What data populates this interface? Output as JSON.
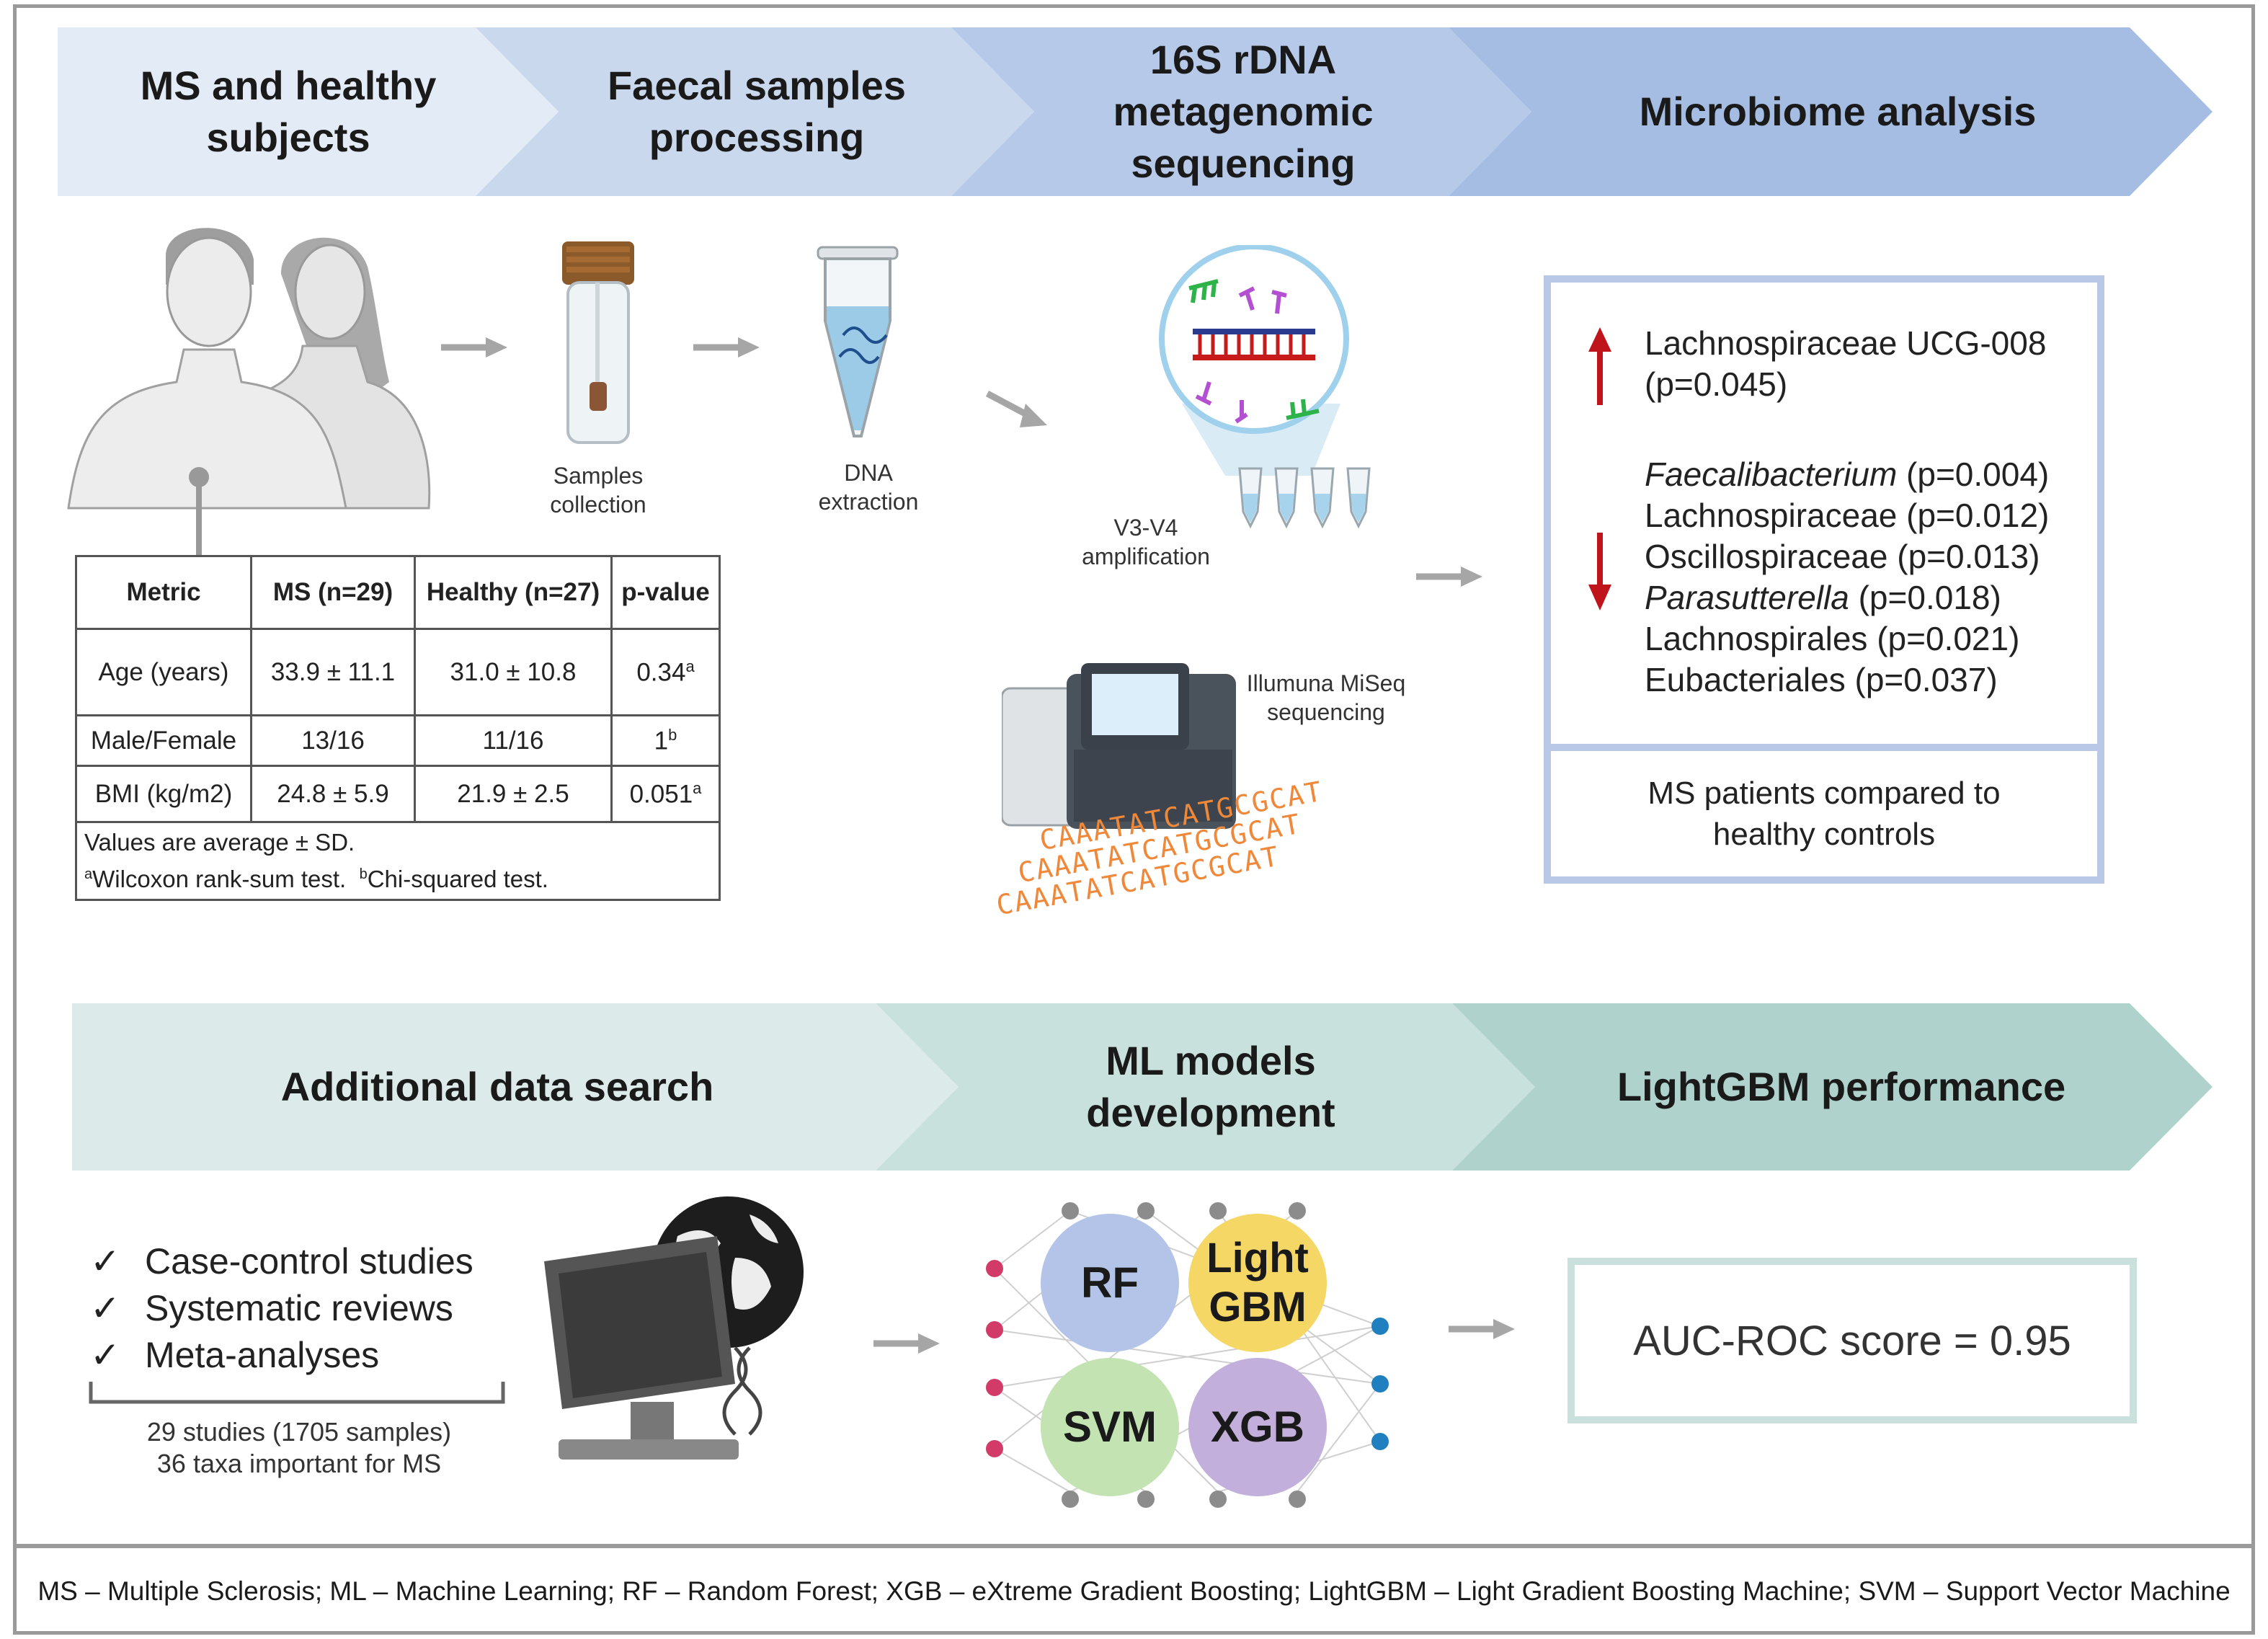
{
  "top_row": {
    "steps": [
      {
        "label_line1": "MS and healthy",
        "label_line2": "subjects"
      },
      {
        "label_line1": "Faecal samples",
        "label_line2": "processing"
      },
      {
        "label_line1": "16S rDNA",
        "label_line2": "metagenomic",
        "label_line3": "sequencing"
      },
      {
        "label_line1": "Microbiome analysis"
      }
    ],
    "samples_collection": {
      "line1": "Samples",
      "line2": "collection"
    },
    "dna_extraction": {
      "line1": "DNA",
      "line2": "extraction"
    },
    "amplification": {
      "line1": "V3-V4",
      "line2": "amplification"
    },
    "sequencing": {
      "line1": "Illumuna MiSeq",
      "line2": "sequencing"
    },
    "dna_sequence_text": "CAAATATCATGCGCAT"
  },
  "demographics_table": {
    "headers": [
      "Metric",
      "MS (n=29)",
      "Healthy (n=27)",
      "p-value"
    ],
    "rows": [
      {
        "metric": "Age (years)",
        "ms": "33.9 ± 11.1",
        "healthy": "31.0 ± 10.8",
        "p": "0.34",
        "sup": "a"
      },
      {
        "metric": "Male/Female",
        "ms": "13/16",
        "healthy": "11/16",
        "p": "1",
        "sup": "b"
      },
      {
        "metric": "BMI (kg/m2)",
        "ms": "24.8 ± 5.9",
        "healthy": "21.9 ± 2.5",
        "p": "0.051",
        "sup": "a"
      }
    ],
    "note_line1": "Values are average ± SD.",
    "note_sup_a": "a",
    "note_a": "Wilcoxon rank-sum test.",
    "note_sup_b": "b",
    "note_b": "Chi-squared test."
  },
  "results": {
    "increased": [
      {
        "line1": "Lachnospiraceae UCG-008",
        "line2": "(p=0.045)"
      }
    ],
    "decreased": [
      {
        "name": "Faecalibacterium",
        "italic": true,
        "p": " (p=0.004)"
      },
      {
        "name": "Lachnospiraceae",
        "italic": false,
        "p": " (p=0.012)"
      },
      {
        "name": "Oscillospiraceae",
        "italic": false,
        "p": " (p=0.013)"
      },
      {
        "name": "Parasutterella",
        "italic": true,
        "p": " (p=0.018)"
      },
      {
        "name": "Lachnospirales",
        "italic": false,
        "p": " (p=0.021)"
      },
      {
        "name": "Eubacteriales",
        "italic": false,
        "p": " (p=0.037)"
      }
    ],
    "caption_line1": "MS patients compared to",
    "caption_line2": "healthy controls",
    "up_arrow_color": "#c0141c",
    "down_arrow_color": "#c0141c"
  },
  "bottom_row": {
    "steps": [
      {
        "label_line1": "Additional data search"
      },
      {
        "label_line1": "ML models",
        "label_line2": "development"
      },
      {
        "label_line1": "LightGBM performance"
      }
    ],
    "checklist": [
      "Case-control studies",
      "Systematic reviews",
      "Meta-analyses"
    ],
    "check_glyph": "✓",
    "summary_line1": "29 studies (1705 samples)",
    "summary_line2": "36 taxa important for MS",
    "models": [
      {
        "label_line1": "RF",
        "color": "#b3c4e8"
      },
      {
        "label_line1": "Light",
        "label_line2": "GBM",
        "color": "#f5d765"
      },
      {
        "label_line1": "SVM",
        "color": "#c4e3b3"
      },
      {
        "label_line1": "XGB",
        "color": "#c2afdb"
      }
    ],
    "auc_text": "AUC-ROC score = 0.95"
  },
  "footer": {
    "text": "MS – Multiple Sclerosis; ML – Machine Learning; RF – Random Forest; XGB – eXtreme Gradient Boosting; LightGBM – Light Gradient Boosting Machine; SVM – Support Vector Machine"
  },
  "colors": {
    "banner_top": [
      "#e3ebf6",
      "#cad8ee",
      "#b6c9e8",
      "#a5bce3"
    ],
    "banner_bottom": [
      "#dcebe9",
      "#c8e1dd",
      "#afd3cc"
    ],
    "gray_arrow": "#a6a6a6",
    "auc_border": "#c9e0dc",
    "result_border": "#b8c8e6"
  }
}
